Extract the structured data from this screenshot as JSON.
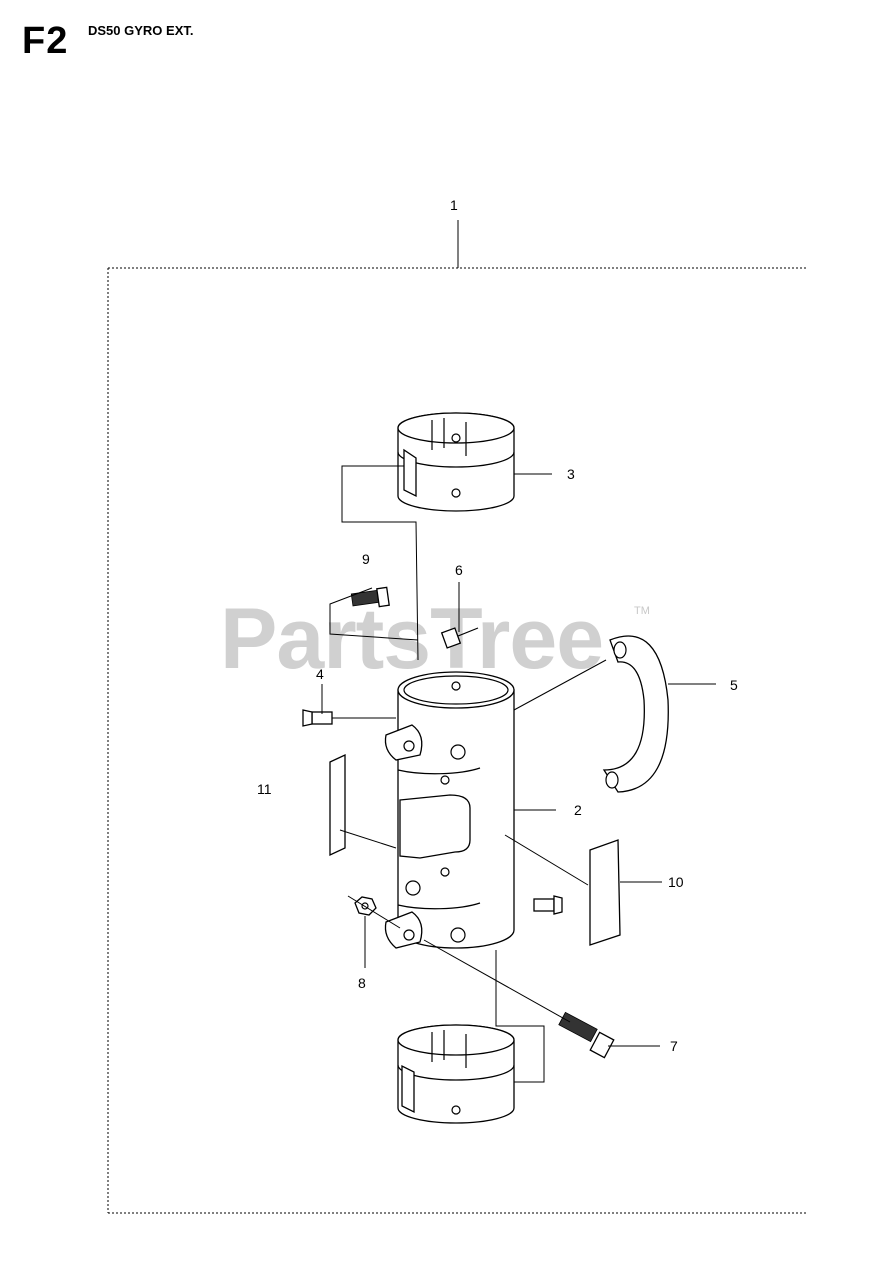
{
  "header": {
    "code": "F2",
    "title": "DS50 GYRO EXT."
  },
  "watermark": {
    "text": "PartsTree",
    "trademark": "TM"
  },
  "callouts": {
    "c1": "1",
    "c2": "2",
    "c3": "3",
    "c4": "4",
    "c5": "5",
    "c6": "6",
    "c7": "7",
    "c8": "8",
    "c9": "9",
    "c10": "10",
    "c11": "11"
  }
}
